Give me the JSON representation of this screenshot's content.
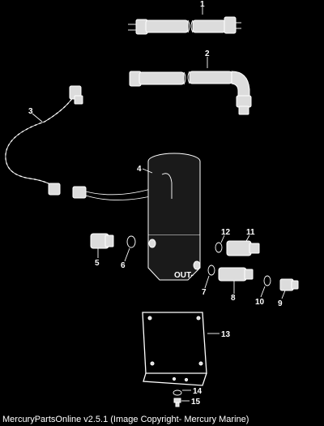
{
  "callouts": [
    {
      "id": 1,
      "label": "1"
    },
    {
      "id": 2,
      "label": "2"
    },
    {
      "id": 3,
      "label": "3"
    },
    {
      "id": 4,
      "label": "4"
    },
    {
      "id": 5,
      "label": "5"
    },
    {
      "id": 6,
      "label": "6"
    },
    {
      "id": 7,
      "label": "7"
    },
    {
      "id": 8,
      "label": "8"
    },
    {
      "id": 9,
      "label": "9"
    },
    {
      "id": 10,
      "label": "10"
    },
    {
      "id": 11,
      "label": "11"
    },
    {
      "id": 12,
      "label": "12"
    },
    {
      "id": 13,
      "label": "13"
    },
    {
      "id": 14,
      "label": "14"
    },
    {
      "id": 15,
      "label": "15"
    }
  ],
  "body_marking": "OUT-",
  "footer_text": "MercuryPartsOnline v2.5.1 (Image Copyright- Mercury Marine)",
  "colors": {
    "background": "#000000",
    "lines": "#ffffff",
    "parts": "#dcdcdc"
  }
}
